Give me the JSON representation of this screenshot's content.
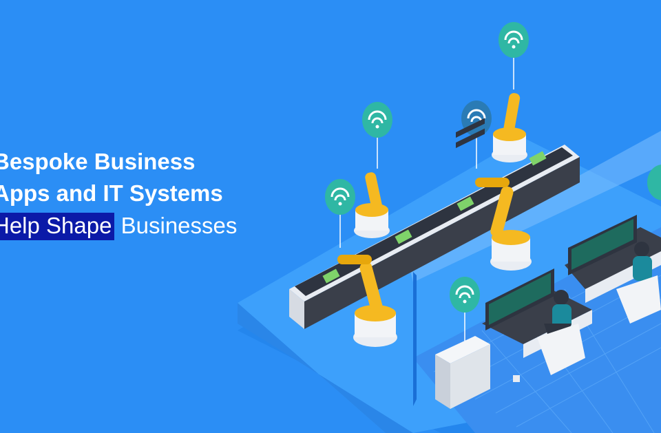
{
  "headline": {
    "line1": "Bespoke Business",
    "line2": "Apps and IT Systems",
    "line3_highlight": "Help Shape",
    "line3_rest": " Businesses"
  },
  "colors": {
    "background": "#2b8ef5",
    "highlight": "#0b1aa8",
    "text": "#ffffff",
    "robot": "#f5b921",
    "signal_badge": "#2fb7a4"
  },
  "icons": [
    "wifi-signal-icon",
    "robotic-arm-icon",
    "conveyor-belt-icon",
    "server-rack-icon",
    "monitor-icon",
    "operator-icon"
  ]
}
